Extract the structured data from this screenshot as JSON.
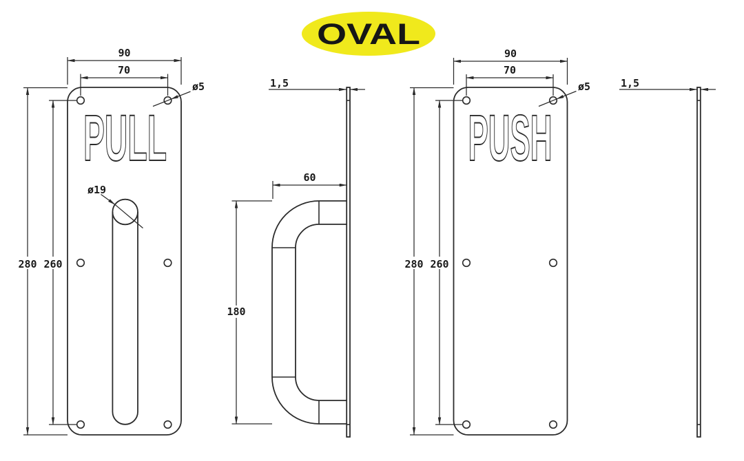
{
  "colors": {
    "line": "#2b2b2b",
    "logo_bg": "#f0e91c",
    "logo_text": "#161616",
    "background": "#ffffff"
  },
  "logo": {
    "text": "OVAL"
  },
  "pull_view": {
    "plate_label": "PULL",
    "dim_width": "90",
    "dim_hole_spacing": "70",
    "dim_hole_diameter": "ø5",
    "dim_handle_diameter": "ø19",
    "dim_height": "280",
    "dim_hole_row_spacing": "260"
  },
  "pull_side_view": {
    "dim_thickness": "1,5",
    "dim_handle_projection": "60",
    "dim_handle_length": "180"
  },
  "push_view": {
    "plate_label": "PUSH",
    "dim_width": "90",
    "dim_hole_spacing": "70",
    "dim_hole_diameter": "ø5",
    "dim_height": "280",
    "dim_hole_row_spacing": "260"
  },
  "push_side_view": {
    "dim_thickness": "1,5"
  }
}
